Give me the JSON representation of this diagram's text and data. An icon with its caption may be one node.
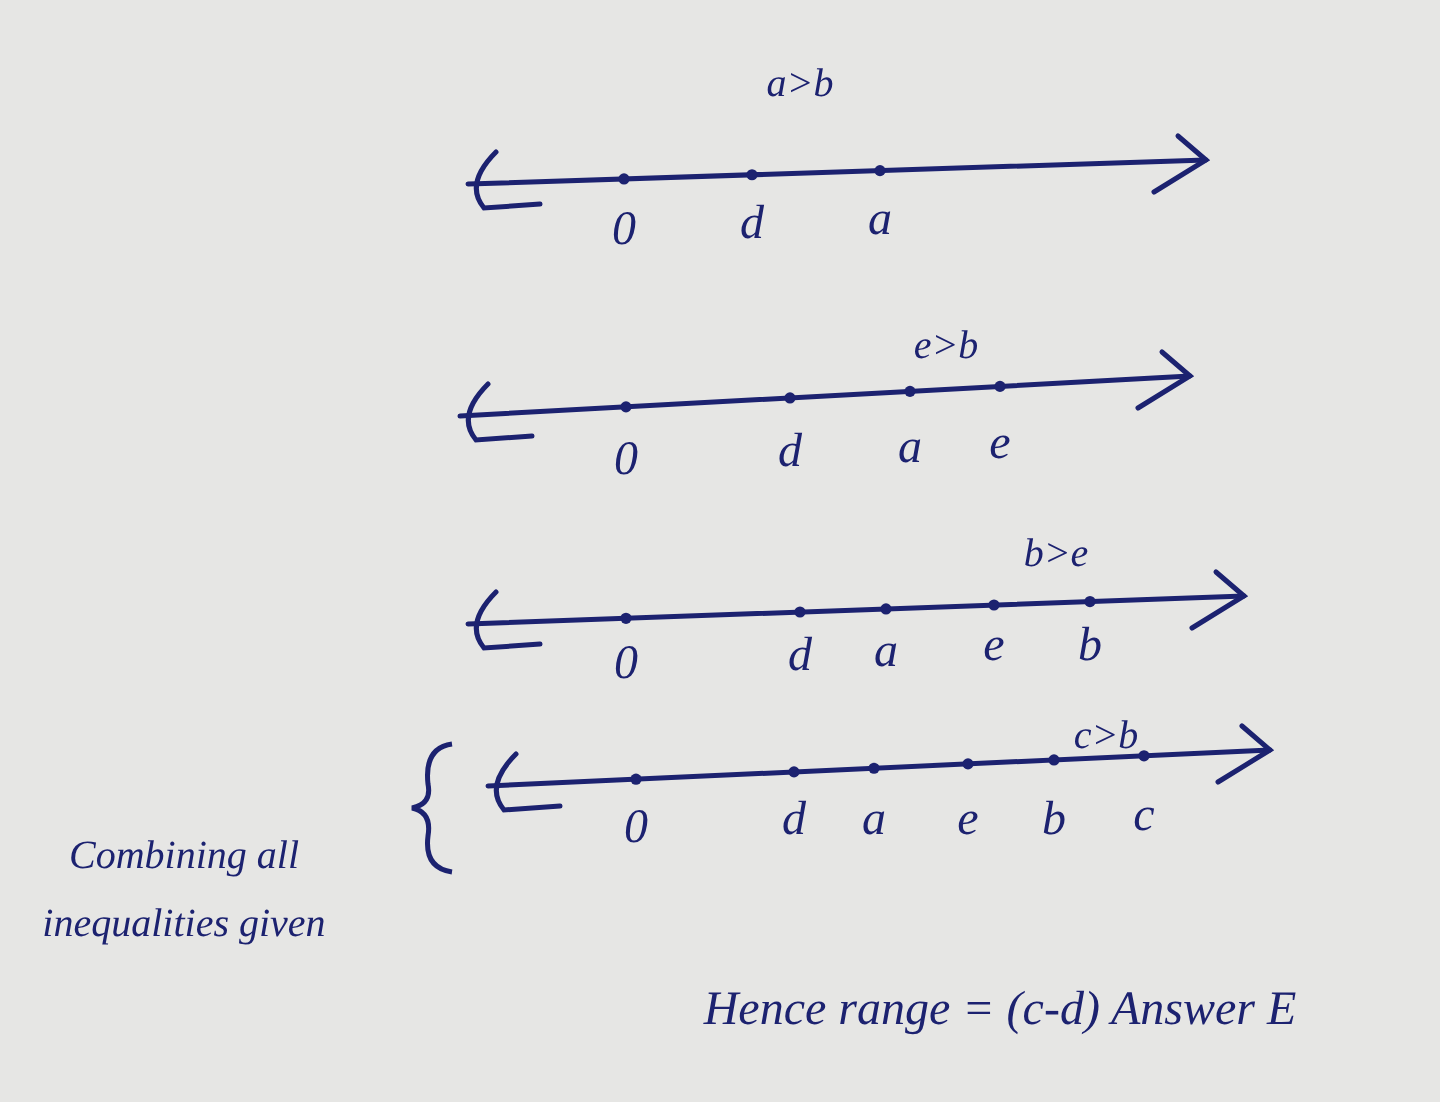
{
  "diagram": {
    "labels": [
      "a>b",
      "0",
      "d",
      "a",
      "e>b",
      "0",
      "d",
      "a",
      "e",
      "b>e",
      "0",
      "d",
      "a",
      "e",
      "b",
      "c>b",
      "0",
      "d",
      "a",
      "e",
      "b",
      "c",
      "Combining all inequalities given",
      "Hence range = (c-d) Answer E"
    ]
  }
}
